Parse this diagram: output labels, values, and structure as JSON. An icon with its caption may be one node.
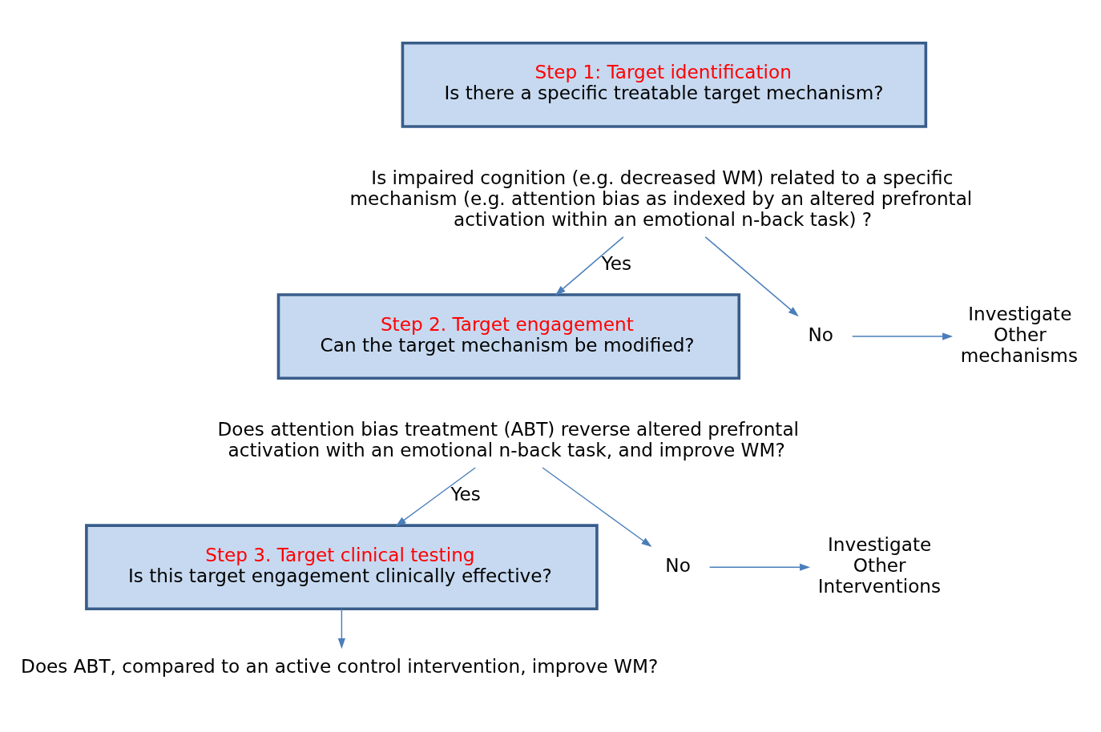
{
  "diagram": {
    "nodes": [
      {
        "text": [
          "Step 1: Target identification",
          "Is there a specific treatable target mechanism?"
        ]
      },
      {
        "text": [
          "Is impaired cognition (e.g. decreased WM) related to a specific mechanism (e.g. attention bias as indexed by an altered prefrontal activation within an emotional n-back task) ?"
        ]
      },
      {
        "text": [
          "Step 2. Target engagement",
          "Can the target mechanism be modified?"
        ]
      },
      {
        "text": [
          "No"
        ]
      },
      {
        "text": [
          "Investigate Other mechanisms"
        ]
      },
      {
        "text": [
          "Does attention bias treatment (ABT) reverse altered prefrontal activation with an emotional n-back task, and improve WM?"
        ]
      },
      {
        "text": [
          "Step 3. Target clinical testing",
          "Is this target engagement clinically effective?"
        ]
      },
      {
        "text": [
          "No"
        ]
      },
      {
        "text": [
          "Investigate Other Interventions"
        ]
      },
      {
        "text": [
          "Does ABT, compared to an active control intervention, improve WM?"
        ]
      }
    ],
    "edges": [
      {
        "from": 1,
        "to": 2,
        "arrow": "to",
        "label": "Yes"
      },
      {
        "from": 1,
        "to": 3,
        "arrow": "to"
      },
      {
        "from": 3,
        "to": 4,
        "arrow": "to"
      },
      {
        "from": 5,
        "to": 6,
        "arrow": "to",
        "label": "Yes"
      },
      {
        "from": 5,
        "to": 7,
        "arrow": "to"
      },
      {
        "from": 7,
        "to": 8,
        "arrow": "to"
      },
      {
        "from": 6,
        "to": 9,
        "arrow": "to"
      }
    ]
  }
}
